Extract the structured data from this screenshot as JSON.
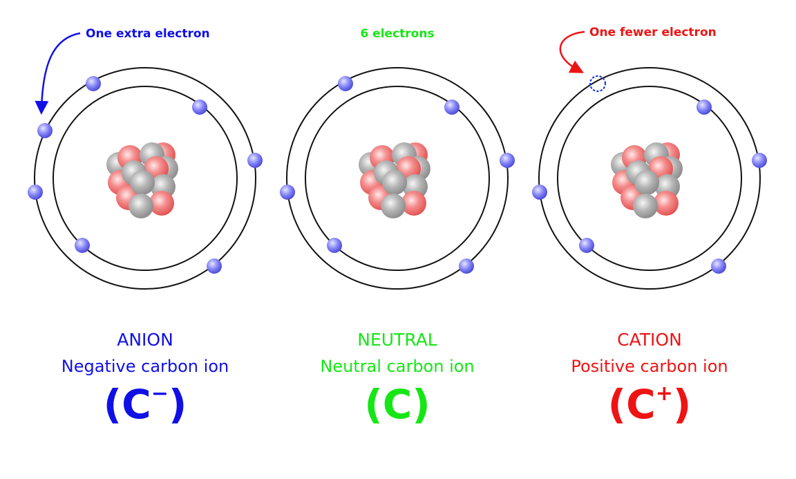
{
  "colors": {
    "anion": "#1010e6",
    "neutral": "#16e616",
    "cation": "#ee1414",
    "shell": "#111111",
    "electron": "#7b7bf5",
    "proton": "#ef6f6f",
    "neutron": "#a9a9a9",
    "vacancy": "#1a3bd6"
  },
  "annotations": {
    "anion": "One extra electron",
    "neutral": "6 electrons",
    "cation": "One fewer electron"
  },
  "atoms": [
    {
      "key": "anion",
      "type_label": "ANION",
      "description": "Negative carbon ion",
      "symbol": "C",
      "charge": "−",
      "electrons": 7,
      "vacancy": false
    },
    {
      "key": "neutral",
      "type_label": "NEUTRAL",
      "description": "Neutral carbon ion",
      "symbol": "C",
      "charge": "",
      "electrons": 6,
      "vacancy": false
    },
    {
      "key": "cation",
      "type_label": "CATION",
      "description": "Positive carbon ion",
      "symbol": "C",
      "charge": "+",
      "electrons": 5,
      "vacancy": true
    }
  ]
}
